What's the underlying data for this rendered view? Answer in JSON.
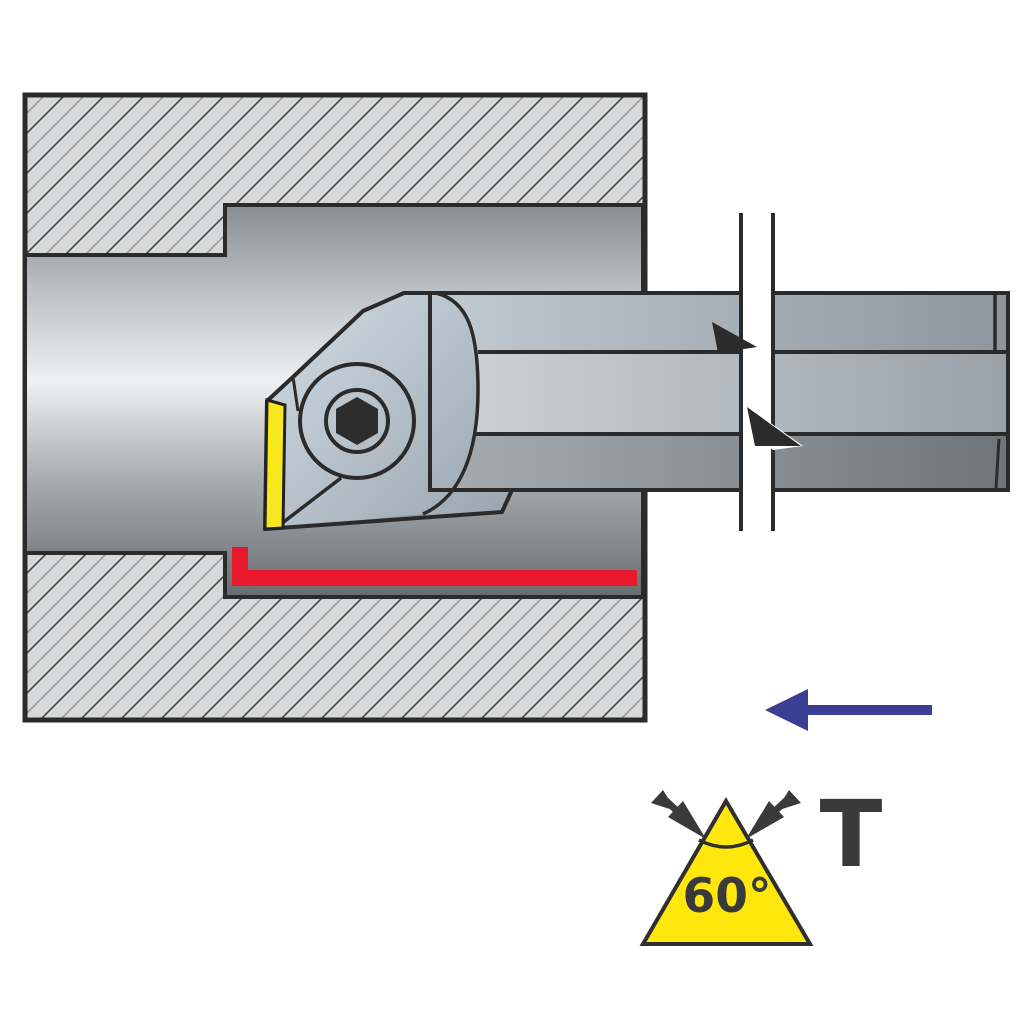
{
  "diagram": {
    "type": "technical-illustration",
    "subject": "Internal boring bar with triangular insert machining a stepped bore (cross-section)",
    "labels": {
      "insert_angle": "60°",
      "insert_code": "T"
    },
    "colors": {
      "outline": "#2b2b2b",
      "machined_surface_red": "#e8192c",
      "insert_yellow": "#f6e71e",
      "symbol_triangle_yellow": "#ffe70d",
      "feed_arrow_blue": "#3b3f94",
      "hatch_base": "#d7d8da",
      "hatch_line_dark": "#454545",
      "hatch_line_light": "#9b9b9b",
      "text": "#3a3a3a",
      "screw_dark": "#2d2d2d"
    },
    "components": [
      "workpiece-section",
      "stepped-bore",
      "machined-surface-line",
      "boring-bar-head",
      "cutting-insert",
      "insert-clamp-screw",
      "shank",
      "shank-break-symbol",
      "feed-direction-arrow",
      "insert-shape-symbol"
    ]
  }
}
